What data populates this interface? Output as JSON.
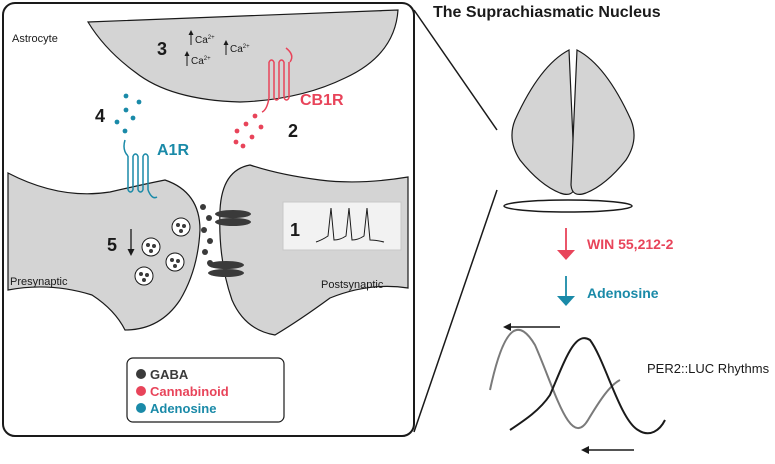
{
  "title": "The Suprachiasmatic Nucleus",
  "cells": {
    "astrocyte": "Astrocyte",
    "presynaptic": "Presynaptic",
    "postsynaptic": "Postsynaptic"
  },
  "receptors": {
    "cb1r": "CB1R",
    "a1r": "A1R"
  },
  "steps": {
    "s1": "1",
    "s2": "2",
    "s3": "3",
    "s4": "4",
    "s5": "5"
  },
  "calcium": {
    "base": "Ca",
    "charge": "2+"
  },
  "legend": [
    {
      "label": "GABA",
      "color": "#3a3a3a"
    },
    {
      "label": "Cannabinoid",
      "color": "#e8445a"
    },
    {
      "label": "Adenosine",
      "color": "#1a8aa8"
    }
  ],
  "treatments": [
    {
      "label": "WIN 55,212-2",
      "color": "#e8445a"
    },
    {
      "label": "Adenosine",
      "color": "#1a8aa8"
    }
  ],
  "rhythm_label": "PER2::LUC Rhythms",
  "colors": {
    "cell_fill": "#d4d4d4",
    "gaba": "#3a3a3a",
    "cannabinoid": "#e8445a",
    "adenosine": "#1a8aa8",
    "outline": "#1a1a1a"
  }
}
